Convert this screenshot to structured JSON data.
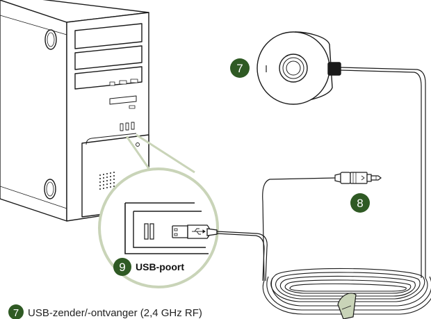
{
  "badges": {
    "transceiver": "7",
    "plug": "8",
    "port": "9"
  },
  "labels": {
    "usb_port": "USB-poort"
  },
  "legend": {
    "item_7_number": "7",
    "item_7_text": "USB-zender/-ontvanger (2,4 GHz RF)"
  },
  "colors": {
    "badge_fill": "#2f5a24",
    "line": "#1a1a1a",
    "callout_circle": "#c9d4b8"
  }
}
